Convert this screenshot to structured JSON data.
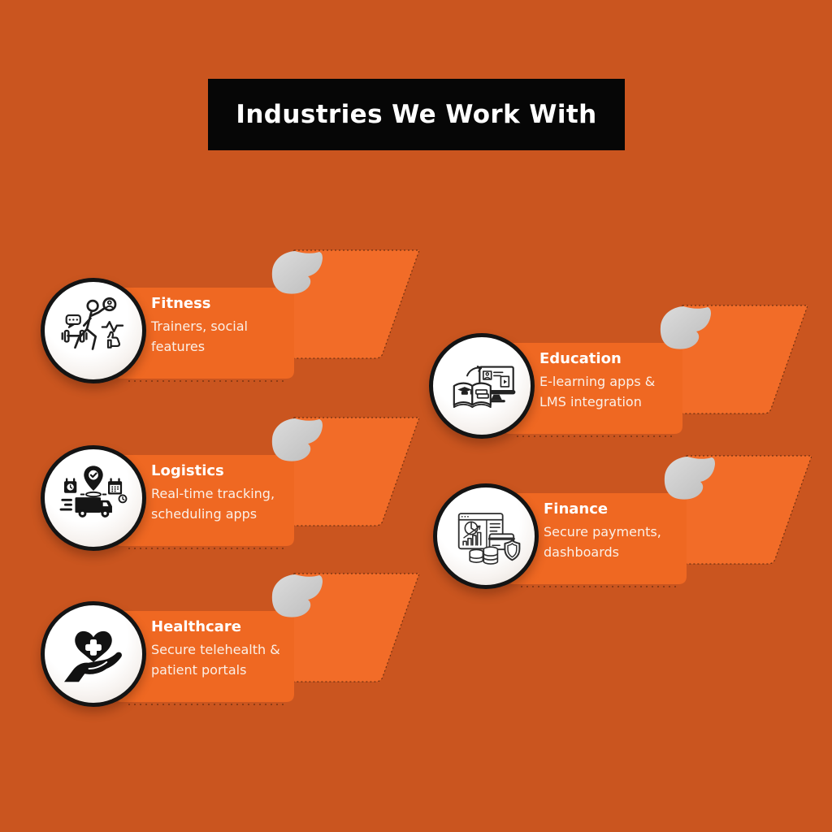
{
  "header": {
    "title": "Industries We Work With"
  },
  "items": [
    {
      "id": "fitness",
      "icon": "fitness-runner-icon",
      "title": "Fitness",
      "desc_line1": "Trainers, social",
      "desc_line2": "features"
    },
    {
      "id": "logistics",
      "icon": "logistics-delivery-truck-icon",
      "title": "Logistics",
      "desc_line1": "Real-time tracking,",
      "desc_line2": "scheduling apps"
    },
    {
      "id": "healthcare",
      "icon": "healthcare-heart-hand-icon",
      "title": "Healthcare",
      "desc_line1": "Secure telehealth &",
      "desc_line2": "patient portals"
    },
    {
      "id": "education",
      "icon": "education-elearning-icon",
      "title": "Education",
      "desc_line1": "E-learning apps &",
      "desc_line2": "LMS integration"
    },
    {
      "id": "finance",
      "icon": "finance-dashboard-icon",
      "title": "Finance",
      "desc_line1": "Secure payments,",
      "desc_line2": "dashboards"
    }
  ],
  "colors": {
    "background": "#CA551F",
    "banner": "#EF6822",
    "tail": "#F26C28",
    "header_bg": "#060606",
    "title_text": "#FFFFFF",
    "desc_text": "#FBF0E7",
    "curl_gray": "#C9C9C9",
    "icon_ink": "#1B1B1B"
  }
}
